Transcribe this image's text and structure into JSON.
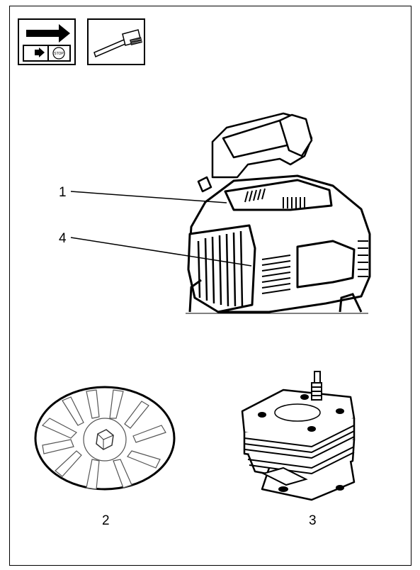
{
  "icons": [
    {
      "name": "start-stop-switch-icon",
      "stop_text": "STOP"
    },
    {
      "name": "cleaning-brush-icon"
    }
  ],
  "callouts": {
    "label_1": "1",
    "label_4": "4",
    "label_2": "2",
    "label_3": "3"
  },
  "colors": {
    "line": "#000000",
    "background": "#ffffff",
    "shade": "#1a1a1a"
  }
}
